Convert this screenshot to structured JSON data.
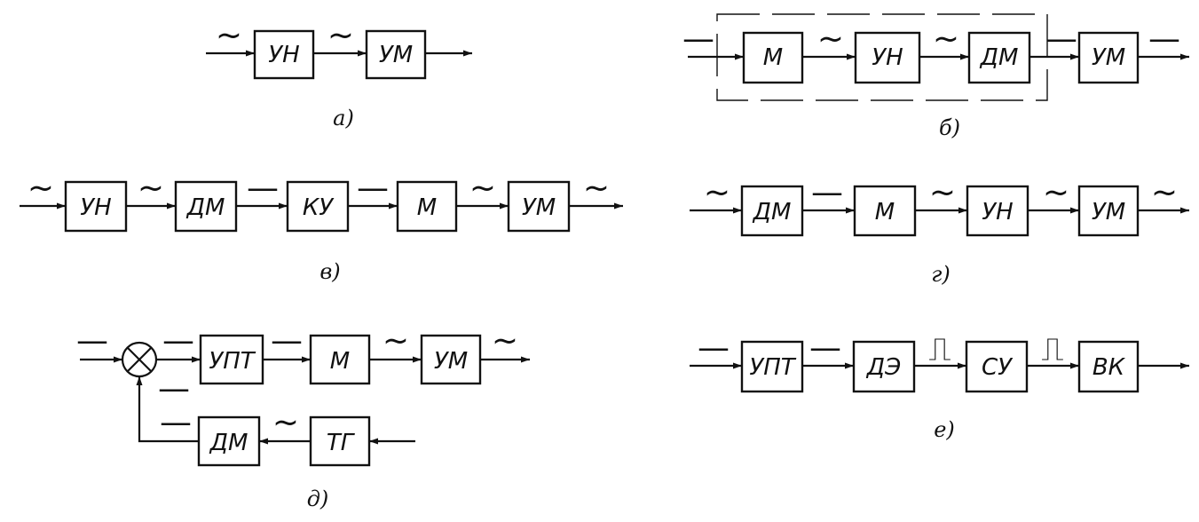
{
  "diagrams": {
    "a": {
      "caption": "а)",
      "blocks": [
        "УН",
        "УМ"
      ],
      "signals": [
        "~",
        "~"
      ]
    },
    "b": {
      "caption": "б)",
      "blocks": [
        "М",
        "УН",
        "ДМ",
        "УМ"
      ],
      "signals": [
        "—",
        "~",
        "~",
        "—",
        "—"
      ]
    },
    "v": {
      "caption": "в)",
      "blocks": [
        "УН",
        "ДМ",
        "КУ",
        "М",
        "УМ"
      ],
      "signals": [
        "~",
        "~",
        "—",
        "—",
        "~",
        "~"
      ]
    },
    "g": {
      "caption": "г)",
      "blocks": [
        "ДМ",
        "М",
        "УН",
        "УМ"
      ],
      "signals": [
        "~",
        "—",
        "~",
        "~",
        "~"
      ]
    },
    "d": {
      "caption": "д)",
      "blocks": [
        "УПТ",
        "М",
        "УМ",
        "ДМ",
        "ТГ"
      ],
      "signals": [
        "—",
        "—",
        "—",
        "~",
        "~",
        "—",
        "—",
        "~"
      ]
    },
    "e": {
      "caption": "е)",
      "blocks": [
        "УПТ",
        "ДЭ",
        "СУ",
        "ВК"
      ],
      "signals": [
        "—",
        "—",
        "⎍",
        "⎍"
      ]
    }
  }
}
